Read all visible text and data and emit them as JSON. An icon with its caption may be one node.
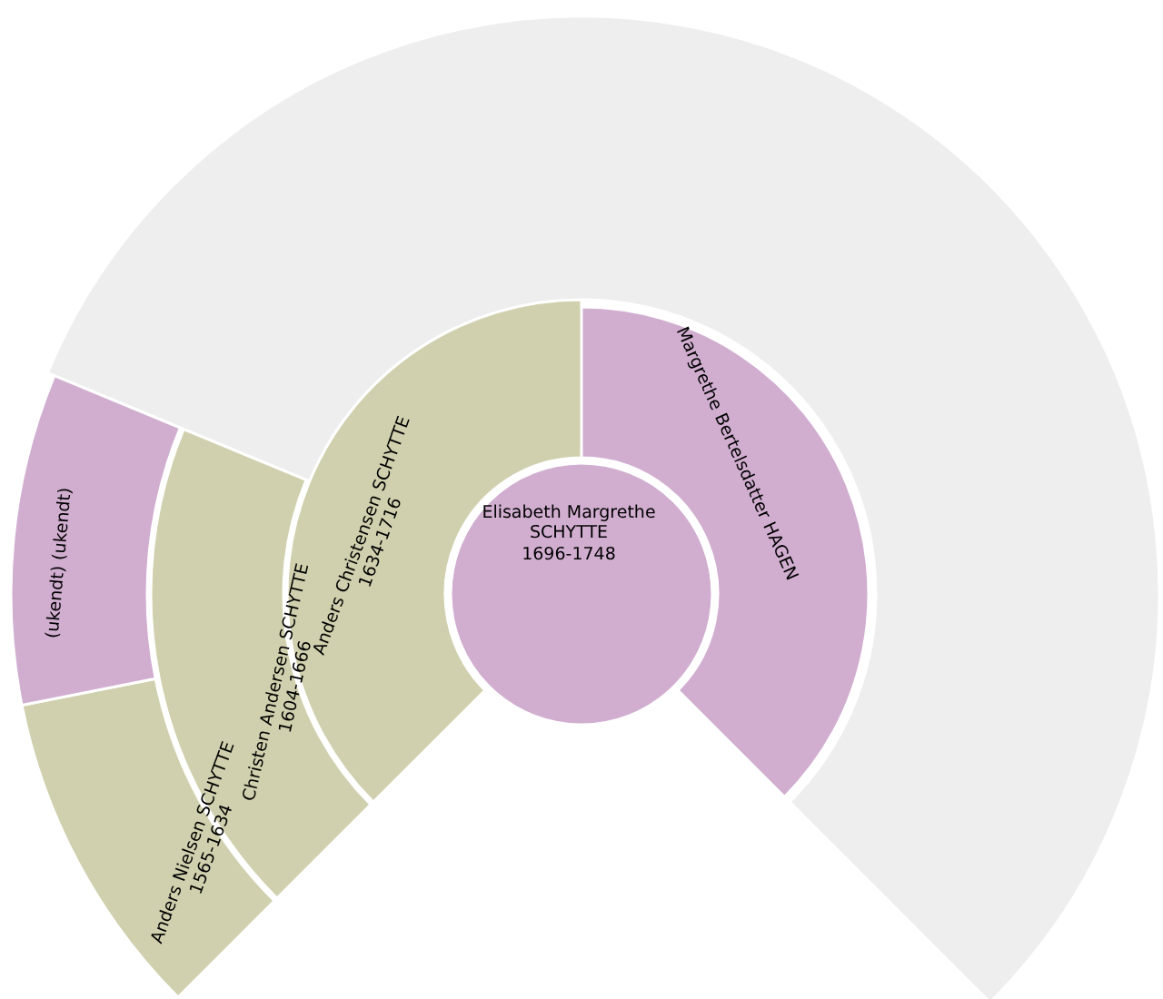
{
  "diagram": {
    "nodes": [
      {
        "text": [
          "Elisabeth Margrethe SCHYTTE",
          "1696-1748"
        ]
      },
      {
        "text": [
          "Anders Christensen SCHYTTE",
          "1634-1716"
        ]
      },
      {
        "text": [
          "Margrethe Bertelsdatter HAGEN"
        ]
      },
      {
        "text": [
          "Christen Andersen SCHYTTE",
          "1604-1666"
        ]
      },
      {
        "text": [
          "Anders Nielsen SCHYTTE",
          "1565-1634"
        ]
      },
      {
        "text": [
          "(ukendt) (ukendt)"
        ]
      },
      {
        "text": [],
        "shape": "band"
      }
    ]
  }
}
